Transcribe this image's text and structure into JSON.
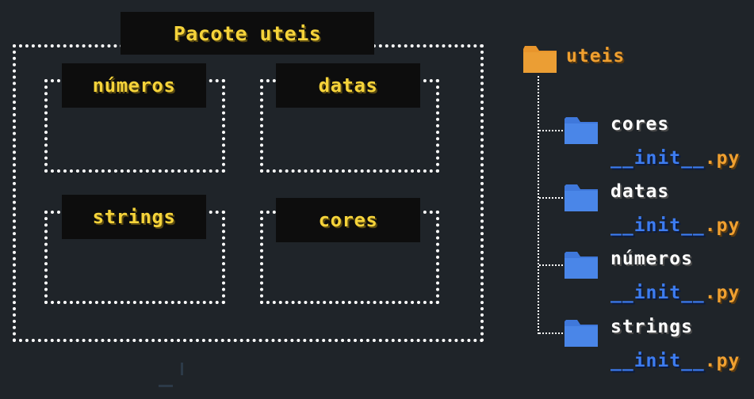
{
  "package": {
    "title": "Pacote uteis",
    "modules": [
      "números",
      "datas",
      "strings",
      "cores"
    ]
  },
  "tree": {
    "root": "uteis",
    "items": [
      {
        "name": "cores",
        "file_stem": "__init__",
        "file_ext": ".py"
      },
      {
        "name": "datas",
        "file_stem": "__init__",
        "file_ext": ".py"
      },
      {
        "name": "números",
        "file_stem": "__init__",
        "file_ext": ".py"
      },
      {
        "name": "strings",
        "file_stem": "__init__",
        "file_ext": ".py"
      }
    ]
  },
  "colors": {
    "background": "#1f2429",
    "label_yellow": "#f5d33a",
    "root_folder_orange": "#e8952c",
    "subfolder_blue": "#4a86e8",
    "file_blue": "#3d7cf0",
    "file_ext_orange": "#f0a030"
  }
}
